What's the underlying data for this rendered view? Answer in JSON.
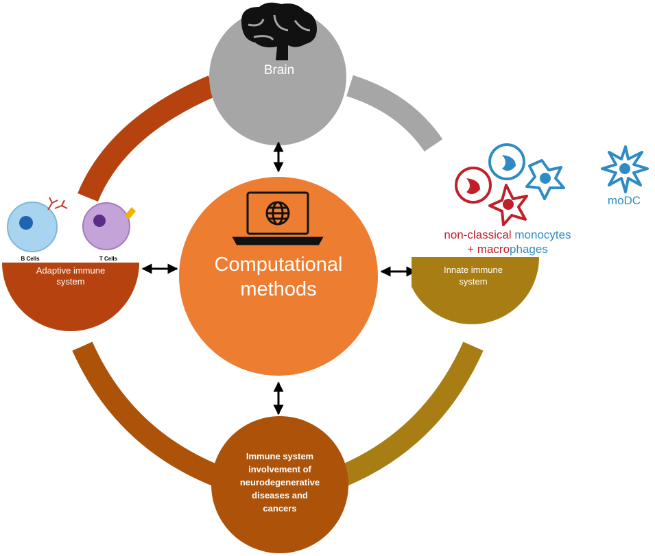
{
  "nodes": {
    "brain": {
      "label": "Brain"
    },
    "center": {
      "line1": "Computational",
      "line2": "methods"
    },
    "adaptive": {
      "line1": "Adaptive immune",
      "line2": "system"
    },
    "innate": {
      "line1": "Innate immune",
      "line2": "system"
    },
    "bottom": {
      "lines": [
        "Immune system",
        "involvement of",
        "neurodegenerative",
        "diseases and",
        "cancers"
      ]
    }
  },
  "cells": {
    "b_cells": "B Cells",
    "t_cells": "T Cells",
    "modc": "moDC",
    "monocytes_part1": "non-classical ",
    "monocytes_part2": "monocytes",
    "macrophages_part1": "+ macro",
    "macrophages_part2": "phages"
  },
  "colors": {
    "brain": "#a6a6a6",
    "center": "#ed7d31",
    "adaptive": "#b5420f",
    "innate": "#a87d14",
    "bottom": "#ac5209",
    "red_text": "#c0202a",
    "blue_text": "#2e8bc4"
  }
}
